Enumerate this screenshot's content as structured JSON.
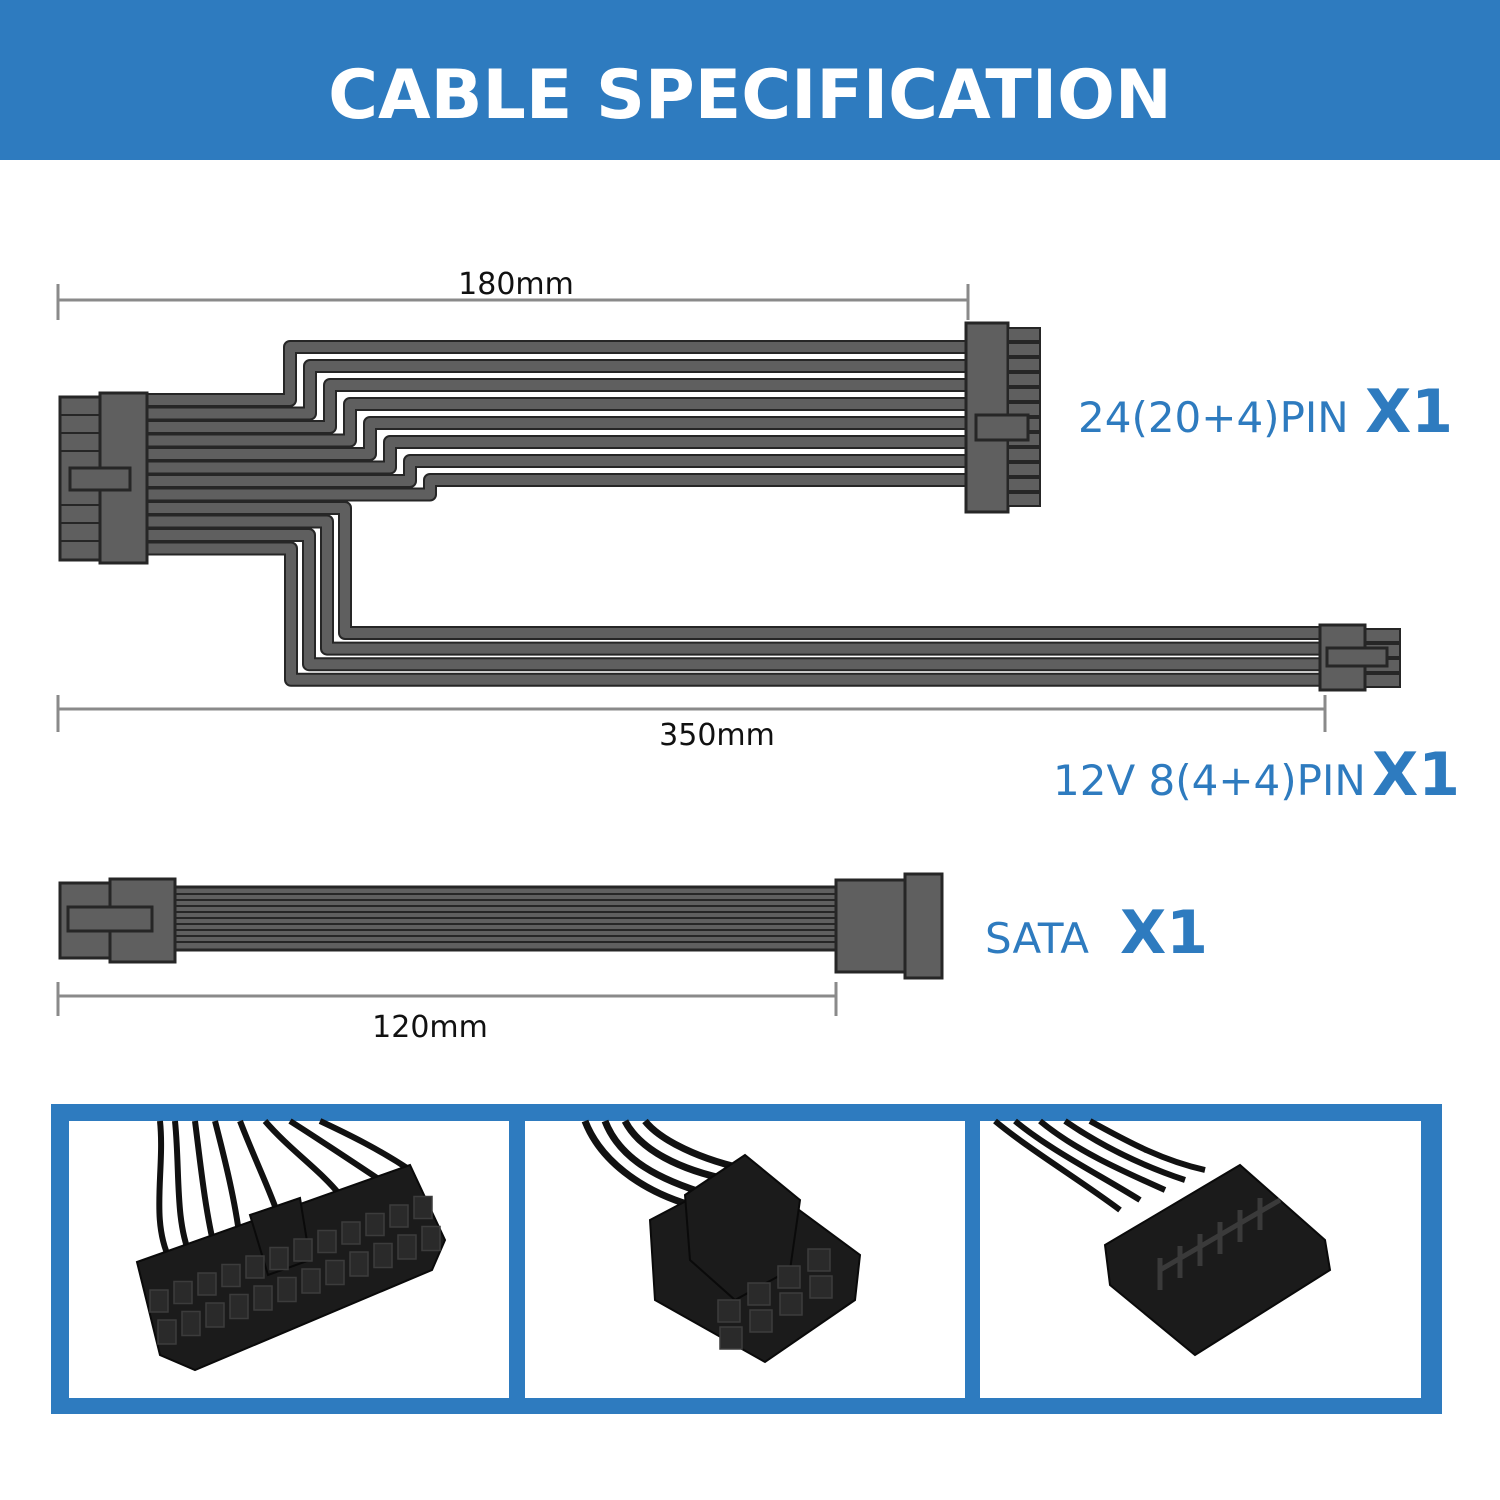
{
  "header": {
    "title": "CABLE SPECIFICATION"
  },
  "cables": [
    {
      "name": "24(20+4)PIN",
      "qty": "X1",
      "dimension": "180mm"
    },
    {
      "name": "12V 8(4+4)PIN",
      "qty": "X1",
      "dimension": "350mm"
    },
    {
      "name": "SATA",
      "qty": "X1",
      "dimension": "120mm"
    }
  ],
  "colors": {
    "brand_blue": "#2e7bbf",
    "cable_gray": "#5f5f5f",
    "outline": "#262626"
  }
}
